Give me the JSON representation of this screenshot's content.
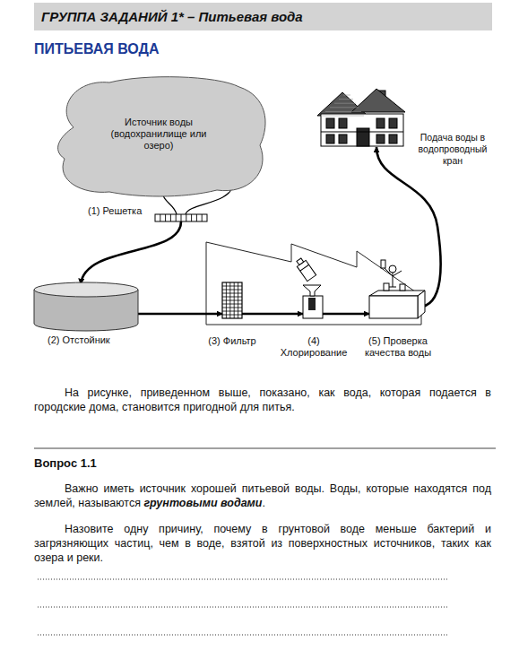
{
  "diagram": {
    "title": "ПИТЬЕВАЯ ВОДА",
    "nodes": [
      {
        "text": [
          "Источник воды (водохранилище или озеро)"
        ]
      },
      {
        "text": [
          "(1) Решетка"
        ]
      },
      {
        "text": [
          "(2) Отстойник"
        ]
      },
      {
        "text": [
          "(3) Фильтр"
        ]
      },
      {
        "text": [
          "(4) Хлорирование"
        ]
      },
      {
        "text": [
          "(5) Проверка качества воды"
        ]
      },
      {
        "text": [
          "Подача воды в водопроводный кран"
        ]
      }
    ],
    "edges": [
      {
        "from": 0,
        "to": 1,
        "arrow": "none"
      },
      {
        "from": 1,
        "to": 2,
        "arrow": "to"
      },
      {
        "from": 2,
        "to": 3,
        "arrow": "to"
      },
      {
        "from": 3,
        "to": 4,
        "arrow": "to"
      },
      {
        "from": 4,
        "to": 5,
        "arrow": "to"
      },
      {
        "from": 5,
        "to": 6,
        "arrow": "to"
      }
    ],
    "labels": [
      "ГРУППА ЗАДАНИЙ 1* – Питьевая вода",
      "На рисунке, приведенном выше, показано, как вода, которая подается в городские дома, становится пригодной для питья.",
      "Вопрос 1.1",
      "Важно иметь источник хорошей питьевой воды. Воды, которые находятся под землей, называются",
      "грунтовыми водами",
      ".",
      "Назовите одну причину, почему в грунтовой воде меньше бактерий и загрязняющих частиц, чем в воде, взятой из поверхностных источников, таких как озера и реки."
    ]
  }
}
